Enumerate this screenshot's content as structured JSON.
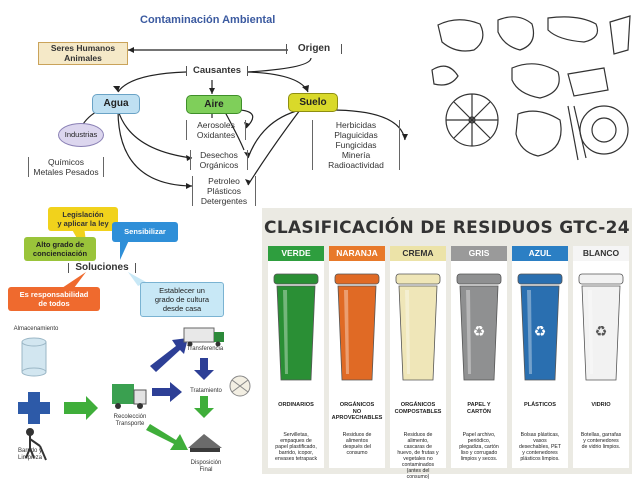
{
  "concept_map": {
    "title": "Contaminación Ambiental",
    "seres": "Seres Humanos\nAnimales",
    "origen": "Origen",
    "causantes": "Causantes",
    "agua": "Agua",
    "aire": "Aire",
    "suelo": "Suelo",
    "industrias": "Industrias",
    "quimicos": "Químicos\nMetales Pesados",
    "aerosoles": "Aerosoles\nOxidantes",
    "desechos": "Desechos\nOrgánicos",
    "petroleo": "Petroleo\nPlásticos\nDetergentes",
    "herbicidas": "Herbicidas\nPlaguicidas\nFungicidas\nMinería\nRadioactividad",
    "colors": {
      "agua": "#bfe0f2",
      "aire": "#7fcf5a",
      "suelo": "#d9d92a"
    }
  },
  "solutions": {
    "legislacion": "Legislación\ny aplicar la ley",
    "sensibilizar": "Sensibilizar",
    "alto_grado": "Alto grado de\nconcienciación",
    "soluciones": "Soluciones",
    "responsabilidad": "Es responsabilidad\nde todos",
    "establecer": "Establecer un\ngrado de cultura\ndesde casa"
  },
  "waste_flow": {
    "almacenamiento": "Almacenamiento",
    "barrido": "Barrido y\nLimpieza",
    "recoleccion": "Recolección\nTransporte",
    "transferencia": "Transferencia",
    "tratamiento": "Tratamiento",
    "disposicion": "Disposición\nFinal"
  },
  "gtc": {
    "title": "CLASIFICACIÓN DE RESIDUOS GTC-24",
    "columns": [
      {
        "header": "VERDE",
        "color": "#2e9e3e",
        "bin": "#2a8f35",
        "symbol": "",
        "name": "ORDINARIOS",
        "desc": "Servilletas,\nempaques de\npapel plastificado,\nbarrido, icopor,\nenvases tetrapack"
      },
      {
        "header": "NARANJA",
        "color": "#e8792a",
        "bin": "#e06a25",
        "symbol": "",
        "name": "ORGÁNICOS\nNO\nAPROVECHABLES",
        "desc": "Residuos de\nalimentos\ndespués del\nconsumo"
      },
      {
        "header": "CREMA",
        "color": "#ece3a8",
        "bin": "#efe6b8",
        "symbol": "",
        "name": "ORGÁNICOS\nCOMPOSTABLES",
        "desc": "Residuos de\nalimento,\ncascaras de\nhuevo, de frutas y\nvegetales no\ncontaminados\n(antes del\nconsumo)"
      },
      {
        "header": "GRIS",
        "color": "#9a9a9a",
        "bin": "#8f9091",
        "symbol": "♻",
        "name": "PAPEL Y\nCARTÓN",
        "desc": "Papel archivo,\nperiódico,\nplegadiza, cartón\nliso y corrugado\nlimpios y secos."
      },
      {
        "header": "AZUL",
        "color": "#2b7fc4",
        "bin": "#2a6fb0",
        "symbol": "♻",
        "name": "PLÁSTICOS",
        "desc": "Bolsas plásticas,\nvasos\ndesechables, PET\ny contenedores\nplásticos limpios."
      },
      {
        "header": "BLANCO",
        "color": "#f5f5f5",
        "bin": "#f2f2f2",
        "symbol": "♻",
        "name": "VIDRIO",
        "desc": "Botellas, garrafas\ny contenedores\nde vidrio limpios."
      }
    ]
  }
}
